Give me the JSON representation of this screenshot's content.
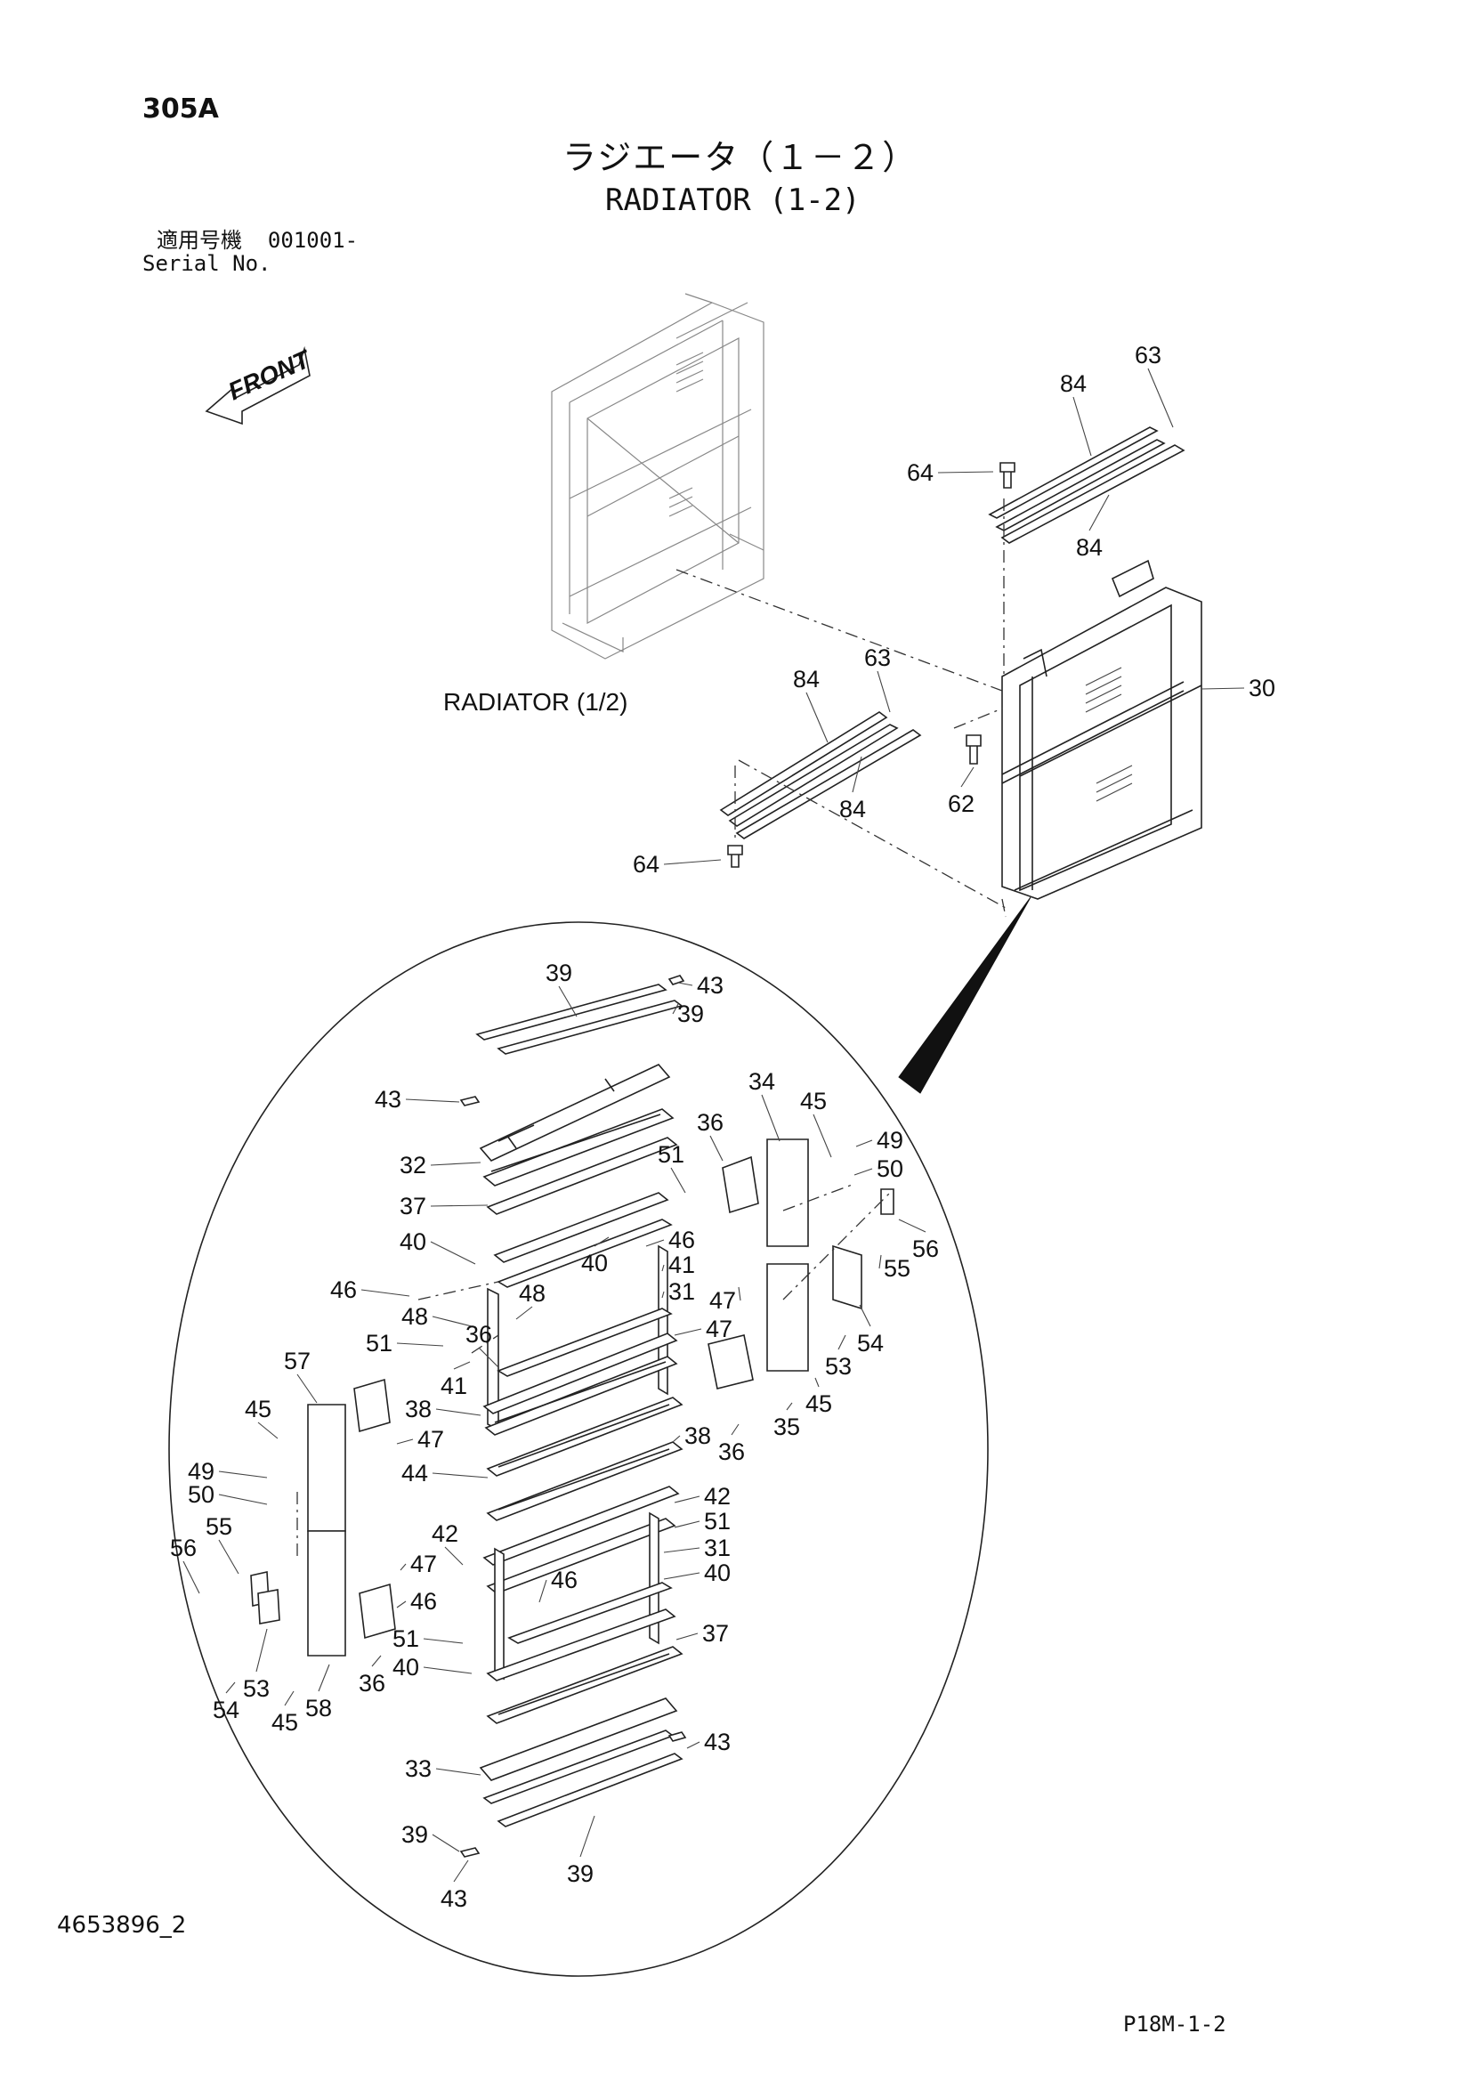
{
  "header": {
    "page_code": "305A",
    "title_jp": "ラジエータ（１－２）",
    "title_en": "RADIATOR (1-2)",
    "serial_label_jp": "適用号機",
    "serial_value": "001001-",
    "serial_label_en": "Serial No."
  },
  "front_marker": {
    "label": "FRONT",
    "icon": "front-arrow-icon"
  },
  "sub_assembly_label": "RADIATOR (1/2)",
  "footer": {
    "drawing_number": "4653896_2",
    "page_ref": "P18M-1-2"
  },
  "callouts": [
    {
      "id": "c1",
      "label": "63"
    },
    {
      "id": "c2",
      "label": "84"
    },
    {
      "id": "c3",
      "label": "64"
    },
    {
      "id": "c4",
      "label": "84"
    },
    {
      "id": "c5",
      "label": "63"
    },
    {
      "id": "c6",
      "label": "84"
    },
    {
      "id": "c7",
      "label": "30"
    },
    {
      "id": "c8",
      "label": "62"
    },
    {
      "id": "c9",
      "label": "84"
    },
    {
      "id": "c10",
      "label": "64"
    },
    {
      "id": "c11",
      "label": "39"
    },
    {
      "id": "c12",
      "label": "43"
    },
    {
      "id": "c13",
      "label": "39"
    },
    {
      "id": "c14",
      "label": "43"
    },
    {
      "id": "c15",
      "label": "34"
    },
    {
      "id": "c16",
      "label": "45"
    },
    {
      "id": "c17",
      "label": "49"
    },
    {
      "id": "c18",
      "label": "50"
    },
    {
      "id": "c19",
      "label": "36"
    },
    {
      "id": "c20",
      "label": "32"
    },
    {
      "id": "c21",
      "label": "51"
    },
    {
      "id": "c22",
      "label": "37"
    },
    {
      "id": "c23",
      "label": "46"
    },
    {
      "id": "c24",
      "label": "40"
    },
    {
      "id": "c25",
      "label": "40"
    },
    {
      "id": "c26",
      "label": "41"
    },
    {
      "id": "c27",
      "label": "31"
    },
    {
      "id": "c28",
      "label": "56"
    },
    {
      "id": "c29",
      "label": "55"
    },
    {
      "id": "c30",
      "label": "46"
    },
    {
      "id": "c31",
      "label": "48"
    },
    {
      "id": "c32",
      "label": "48"
    },
    {
      "id": "c33",
      "label": "47"
    },
    {
      "id": "c34",
      "label": "47"
    },
    {
      "id": "c35",
      "label": "54"
    },
    {
      "id": "c36",
      "label": "51"
    },
    {
      "id": "c37",
      "label": "36"
    },
    {
      "id": "c38",
      "label": "53"
    },
    {
      "id": "c39",
      "label": "57"
    },
    {
      "id": "c40",
      "label": "41"
    },
    {
      "id": "c41",
      "label": "38"
    },
    {
      "id": "c42",
      "label": "45"
    },
    {
      "id": "c43",
      "label": "45"
    },
    {
      "id": "c44",
      "label": "35"
    },
    {
      "id": "c45",
      "label": "36"
    },
    {
      "id": "c46",
      "label": "47"
    },
    {
      "id": "c47",
      "label": "38"
    },
    {
      "id": "c48",
      "label": "49"
    },
    {
      "id": "c49",
      "label": "44"
    },
    {
      "id": "c50",
      "label": "50"
    },
    {
      "id": "c51",
      "label": "42"
    },
    {
      "id": "c52",
      "label": "55"
    },
    {
      "id": "c53",
      "label": "51"
    },
    {
      "id": "c54",
      "label": "56"
    },
    {
      "id": "c55",
      "label": "42"
    },
    {
      "id": "c56",
      "label": "31"
    },
    {
      "id": "c57",
      "label": "47"
    },
    {
      "id": "c58",
      "label": "40"
    },
    {
      "id": "c59",
      "label": "46"
    },
    {
      "id": "c60",
      "label": "46"
    },
    {
      "id": "c61",
      "label": "37"
    },
    {
      "id": "c62",
      "label": "51"
    },
    {
      "id": "c63",
      "label": "40"
    },
    {
      "id": "c64",
      "label": "36"
    },
    {
      "id": "c65",
      "label": "53"
    },
    {
      "id": "c66",
      "label": "54"
    },
    {
      "id": "c67",
      "label": "45"
    },
    {
      "id": "c68",
      "label": "58"
    },
    {
      "id": "c69",
      "label": "43"
    },
    {
      "id": "c70",
      "label": "33"
    },
    {
      "id": "c71",
      "label": "39"
    },
    {
      "id": "c72",
      "label": "39"
    },
    {
      "id": "c73",
      "label": "43"
    }
  ]
}
